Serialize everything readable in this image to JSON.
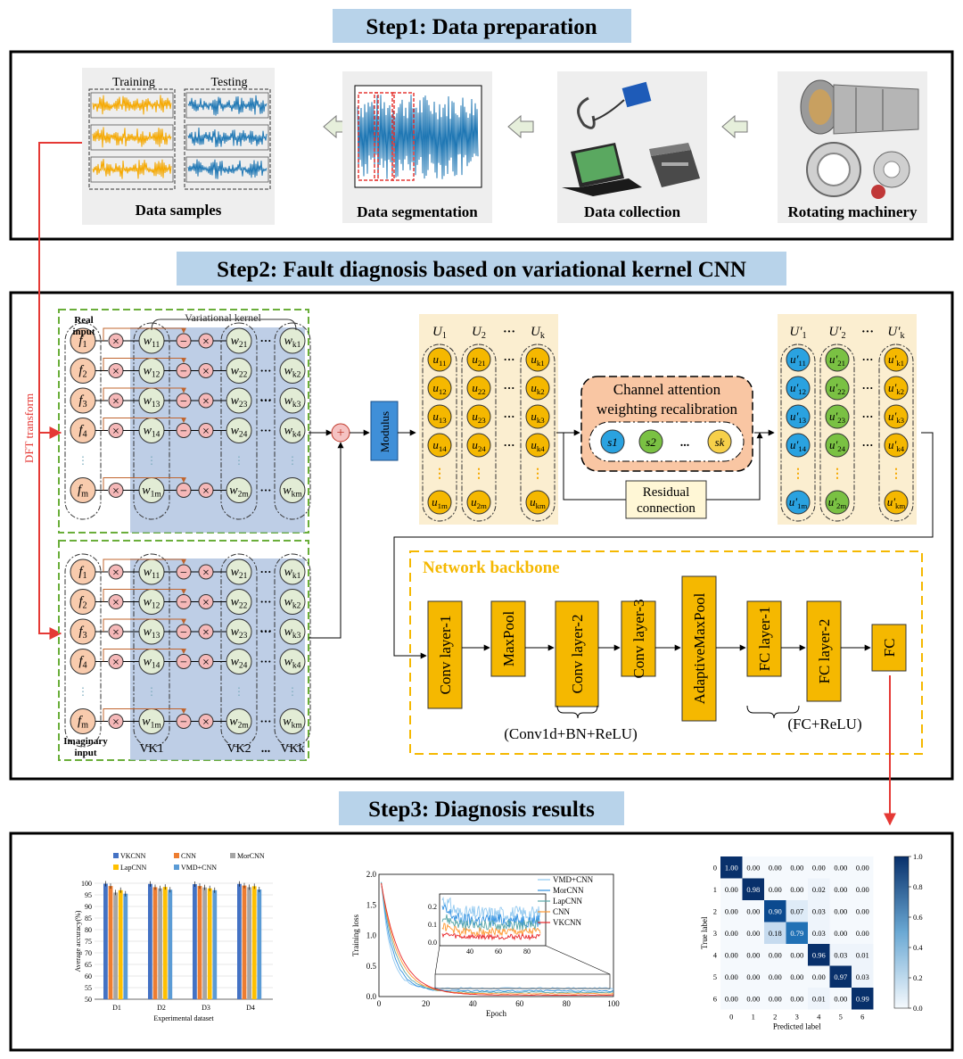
{
  "step1": {
    "title": "Step1: Data preparation",
    "panels": [
      {
        "label": "Data samples",
        "sub_left": "Training",
        "sub_right": "Testing"
      },
      {
        "label": "Data segmentation"
      },
      {
        "label": "Data collection"
      },
      {
        "label": "Rotating machinery"
      }
    ]
  },
  "step2": {
    "title": "Step2: Fault diagnosis based on variational kernel CNN",
    "dft_label": "DFT transform",
    "real_input": [
      "Real",
      "input"
    ],
    "imag_input": [
      "Imaginary",
      "input"
    ],
    "variational_kernel": "Variational kernel",
    "f_labels": [
      "f1",
      "f2",
      "f3",
      "f4",
      "fm"
    ],
    "w1_labels": [
      "w11",
      "w12",
      "w13",
      "w14",
      "w1m"
    ],
    "w2_labels": [
      "w21",
      "w22",
      "w23",
      "w24",
      "w2m"
    ],
    "wk_labels": [
      "wk1",
      "wk2",
      "wk3",
      "wk4",
      "wkm"
    ],
    "vk_labels": [
      "VK1",
      "VK2",
      "...",
      "VKk"
    ],
    "modulus": "Modulus",
    "u_headers": [
      "U1",
      "U2",
      "...",
      "Uk"
    ],
    "u1": [
      "u11",
      "u12",
      "u13",
      "u14",
      "u1m"
    ],
    "u2": [
      "u21",
      "u22",
      "u23",
      "u24",
      "u2m"
    ],
    "uk": [
      "uk1",
      "uk2",
      "uk3",
      "uk4",
      "ukm"
    ],
    "attention": [
      "Channel attention",
      "weighting recalibration"
    ],
    "s_labels": [
      "s1",
      "s2",
      "...",
      "sk"
    ],
    "residual": [
      "Residual",
      "connection"
    ],
    "up_headers": [
      "U'1",
      "U'2",
      "...",
      "U'k"
    ],
    "up1": [
      "u'11",
      "u'12",
      "u'13",
      "u'14",
      "u'1m"
    ],
    "up2": [
      "u'21",
      "u'22",
      "u'23",
      "u'24",
      "u'2m"
    ],
    "upk": [
      "u'k1",
      "u'k2",
      "u'k3",
      "u'k4",
      "u'km"
    ],
    "backbone_title": "Network backbone",
    "layers": [
      "Conv layer-1",
      "MaxPool",
      "Conv layer-2",
      "Conv layer-3",
      "AdaptiveMaxPool",
      "FC layer-1",
      "FC layer-2",
      "FC"
    ],
    "conv_note": "(Conv1d+BN+ReLU)",
    "fc_note": "(FC+ReLU)"
  },
  "step3": {
    "title": "Step3: Diagnosis results"
  },
  "colors": {
    "title_bg": "#b8d3ea",
    "orange": "#f5a800",
    "blue": "#1f77b4",
    "green_dash": "#6aae3a",
    "vk_blue": "#a8bede",
    "peach": "#f7c4a8",
    "backbone": "#f5b800",
    "light_yellow": "#fbeed0",
    "attention_bg": "#f9c6a3",
    "red": "#e53935"
  },
  "chart_data": [
    {
      "type": "bar",
      "legend": [
        "VKCNN",
        "CNN",
        "MorCNN",
        "LapCNN",
        "VMD+CNN"
      ],
      "legend_colors": [
        "#4472c4",
        "#ed7d31",
        "#a5a5a5",
        "#ffc000",
        "#5b9bd5"
      ],
      "categories": [
        "D1",
        "D2",
        "D3",
        "D4"
      ],
      "series": [
        {
          "name": "VKCNN",
          "values": [
            99.8,
            99.7,
            99.6,
            99.7
          ]
        },
        {
          "name": "CNN",
          "values": [
            98.8,
            98.3,
            98.8,
            99.0
          ]
        },
        {
          "name": "MorCNN",
          "values": [
            96.0,
            97.8,
            98.2,
            98.3
          ]
        },
        {
          "name": "LapCNN",
          "values": [
            97.0,
            98.4,
            97.8,
            98.7
          ]
        },
        {
          "name": "VMD+CNN",
          "values": [
            95.5,
            97.2,
            97.0,
            97.3
          ]
        }
      ],
      "xlabel": "Experimental dataset",
      "ylabel": "Average accuracy(%)",
      "ylim": [
        50,
        100
      ],
      "yticks": [
        50,
        55,
        60,
        65,
        70,
        75,
        80,
        85,
        90,
        95,
        100
      ]
    },
    {
      "type": "line",
      "legend": [
        "VMD+CNN",
        "MorCNN",
        "LapCNN",
        "CNN",
        "VKCNN"
      ],
      "legend_colors": [
        "#90c8f0",
        "#2f8fe0",
        "#5aa8a8",
        "#ff9933",
        "#e8272b"
      ],
      "xlabel": "Epoch",
      "ylabel": "Training loss",
      "xlim": [
        0,
        100
      ],
      "ylim": [
        0,
        2.0
      ],
      "xticks": [
        0,
        20,
        40,
        60,
        80,
        100
      ],
      "yticks": [
        0.0,
        0.5,
        1.0,
        1.5,
        2.0
      ],
      "inset_xticks": [
        40,
        60,
        80
      ],
      "inset_yticks": [
        0.0,
        0.1,
        0.2
      ]
    },
    {
      "type": "heatmap",
      "xlabel": "Predicted label",
      "ylabel": "True label",
      "labels": [
        "0",
        "1",
        "2",
        "3",
        "4",
        "5",
        "6"
      ],
      "matrix": [
        [
          1.0,
          0.0,
          0.0,
          0.0,
          0.0,
          0.0,
          0.0
        ],
        [
          0.0,
          0.98,
          0.0,
          0.0,
          0.02,
          0.0,
          0.0
        ],
        [
          0.0,
          0.0,
          0.9,
          0.07,
          0.03,
          0.0,
          0.0
        ],
        [
          0.0,
          0.0,
          0.18,
          0.79,
          0.03,
          0.0,
          0.0
        ],
        [
          0.0,
          0.0,
          0.0,
          0.0,
          0.96,
          0.03,
          0.01
        ],
        [
          0.0,
          0.0,
          0.0,
          0.0,
          0.0,
          0.97,
          0.03
        ],
        [
          0.0,
          0.0,
          0.0,
          0.0,
          0.01,
          0.0,
          0.99
        ]
      ],
      "colorbar_ticks": [
        "0.0",
        "0.2",
        "0.4",
        "0.6",
        "0.8",
        "1.0"
      ]
    }
  ]
}
